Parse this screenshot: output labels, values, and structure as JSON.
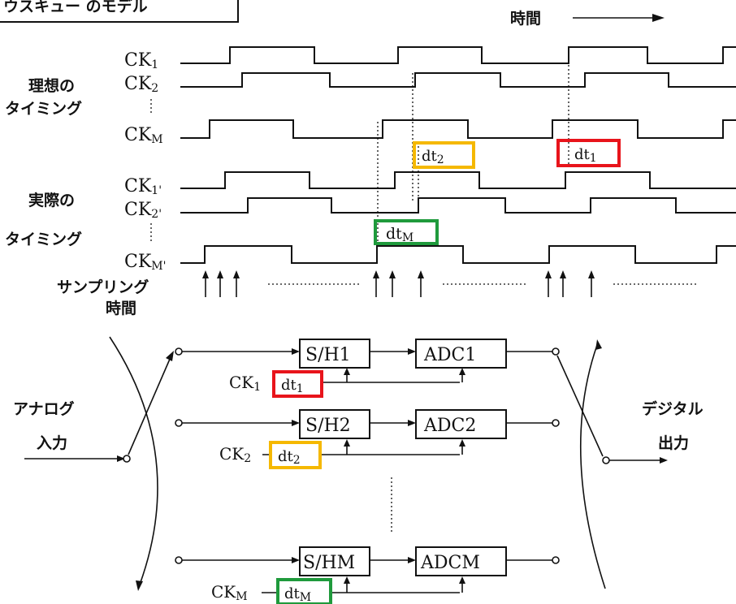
{
  "title": "ウスキュー のモデル",
  "time_label": "時間",
  "ideal": {
    "label_line1": "理想の",
    "label_line2": "タイミング",
    "clocks": [
      {
        "main": "CK",
        "sub": "1"
      },
      {
        "main": "CK",
        "sub": "2"
      },
      {
        "main": "CK",
        "sub": "M"
      }
    ]
  },
  "actual": {
    "label_line1": "実際の",
    "label_line2": "タイミング",
    "clocks": [
      {
        "main": "CK",
        "sub": "1'"
      },
      {
        "main": "CK",
        "sub": "2'"
      },
      {
        "main": "CK",
        "sub": "M'"
      }
    ]
  },
  "skews": [
    {
      "main": "dt",
      "sub": "2",
      "color": "#f5b800"
    },
    {
      "main": "dt",
      "sub": "1",
      "color": "#e8141b"
    },
    {
      "main": "dt",
      "sub": "M",
      "color": "#1f9a3c"
    }
  ],
  "sampling_label_line1": "サンプリング",
  "sampling_label_line2": "時間",
  "input_label_line1": "アナログ",
  "input_label_line2": "入力",
  "output_label_line1": "デジタル",
  "output_label_line2": "出力",
  "channels": [
    {
      "sh": "S/H1",
      "adc": "ADC1",
      "ck_main": "CK",
      "ck_sub": "1",
      "dt_main": "dt",
      "dt_sub": "1",
      "color": "#e8141b"
    },
    {
      "sh": "S/H2",
      "adc": "ADC2",
      "ck_main": "CK",
      "ck_sub": "2",
      "dt_main": "dt",
      "dt_sub": "2",
      "color": "#f5b800"
    },
    {
      "sh": "S/HM",
      "adc": "ADCM",
      "ck_main": "CK",
      "ck_sub": "M",
      "dt_main": "dt",
      "dt_sub": "M",
      "color": "#1f9a3c"
    }
  ]
}
